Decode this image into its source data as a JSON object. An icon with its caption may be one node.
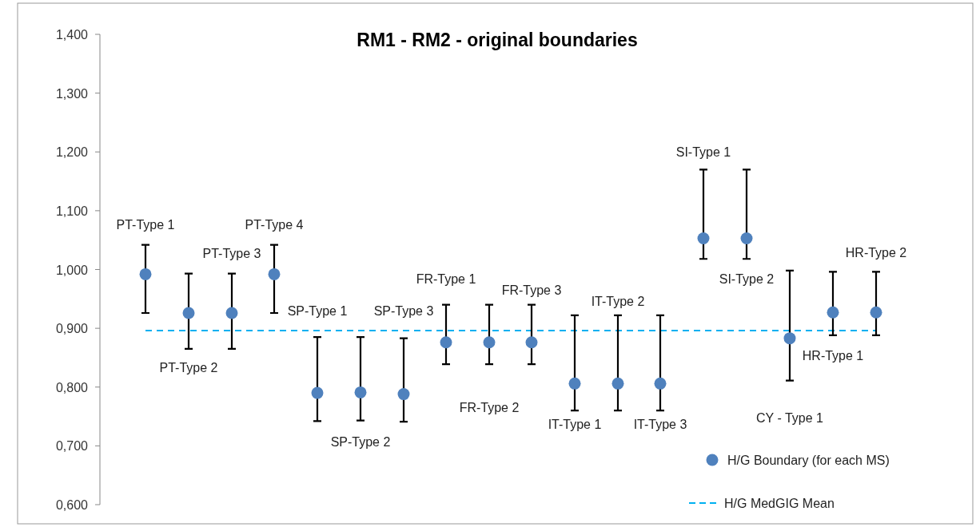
{
  "diagram": {
    "chart_data": {
      "type": "scatter",
      "title": "RM1 - RM2 - original boundaries",
      "series": [
        {
          "name": "H/G Boundary (for each MS)",
          "color": "#4f81bd",
          "values": [
            0.992,
            0.926,
            0.926,
            0.992,
            0.79,
            0.791,
            0.788,
            0.876,
            0.876,
            0.876,
            0.806,
            0.806,
            0.806,
            1.053,
            1.053,
            0.883,
            0.927,
            0.927
          ],
          "errors": [
            [
              0.926,
              1.042
            ],
            [
              0.865,
              0.993
            ],
            [
              0.865,
              0.993
            ],
            [
              0.926,
              1.042
            ],
            [
              0.742,
              0.885
            ],
            [
              0.743,
              0.885
            ],
            [
              0.741,
              0.883
            ],
            [
              0.839,
              0.94
            ],
            [
              0.839,
              0.94
            ],
            [
              0.839,
              0.94
            ],
            [
              0.76,
              0.922
            ],
            [
              0.76,
              0.922
            ],
            [
              0.76,
              0.922
            ],
            [
              1.018,
              1.17
            ],
            [
              1.018,
              1.17
            ],
            [
              0.811,
              0.998
            ],
            [
              0.888,
              0.996
            ],
            [
              0.888,
              0.996
            ]
          ]
        }
      ],
      "categories": [
        "PT-Type 1",
        "PT-Type 2",
        "PT-Type 3",
        "PT-Type 4",
        "SP-Type 1",
        "SP-Type 2",
        "SP-Type 3",
        "FR-Type 1",
        "FR-Type 2",
        "FR-Type 3",
        "IT-Type 1",
        "IT-Type 2",
        "IT-Type 3",
        "SI-Type 1",
        "SI-Type 2",
        "CY - Type 1",
        "HR-Type 1",
        "HR-Type 2"
      ],
      "ref_lines": [
        {
          "axis": "y",
          "value": 0.896,
          "label": "H/G MedGIG Mean",
          "color": "#00b0f0"
        }
      ],
      "legend": "lower right",
      "ylim": [
        0.6,
        1.4
      ],
      "yticks": [
        {
          "value": 0.6,
          "label": "0,600"
        },
        {
          "value": 0.7,
          "label": "0,700"
        },
        {
          "value": 0.8,
          "label": "0,800"
        },
        {
          "value": 0.9,
          "label": "0,900"
        },
        {
          "value": 1.0,
          "label": "1,000"
        },
        {
          "value": 1.1,
          "label": "1,100"
        },
        {
          "value": 1.2,
          "label": "1,200"
        },
        {
          "value": 1.3,
          "label": "1,300"
        },
        {
          "value": 1.4,
          "label": "1,400"
        }
      ]
    }
  }
}
